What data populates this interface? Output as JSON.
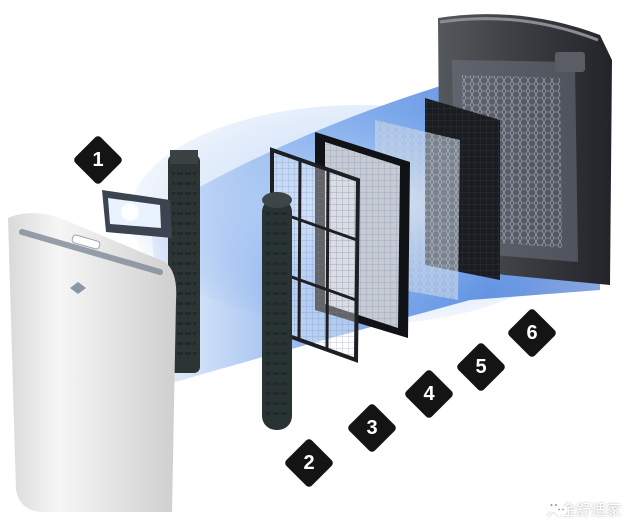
{
  "components": [
    {
      "number": "1",
      "name": "module"
    },
    {
      "number": "2",
      "name": "tube filter"
    },
    {
      "number": "3",
      "name": "pre-filter mesh"
    },
    {
      "number": "4",
      "name": "framed filter"
    },
    {
      "number": "5",
      "name": "mesh filter"
    },
    {
      "number": "6",
      "name": "dark filter"
    }
  ],
  "watermark": {
    "text": "大金舒适家",
    "icon": "wechat-icon"
  },
  "colors": {
    "flow": "#3b7de0",
    "badge": "#141414",
    "body": "#efefef",
    "housing": "#2b2d31"
  }
}
